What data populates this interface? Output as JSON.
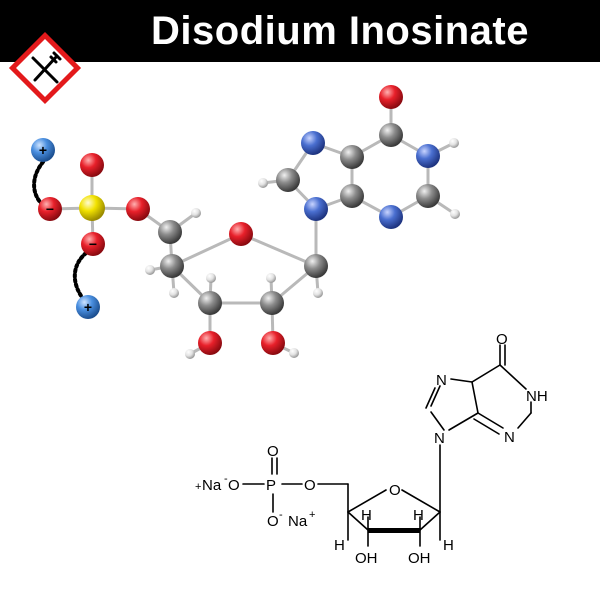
{
  "title": "Disodium Inosinate",
  "icon": {
    "name": "no-food-icon",
    "colors": {
      "border": "#e3191b",
      "fill": "#ffffff",
      "symbol": "#000000"
    }
  },
  "colors": {
    "header_bg": "#000000",
    "oxygen": "#e8202a",
    "carbon": "#8c8c8c",
    "nitrogen": "#4a6fd0",
    "hydrogen": "#e8e8e8",
    "phosphorus": "#f2e200",
    "sodium_ion": "#4a8fe0"
  },
  "charges": {
    "plus": "+",
    "minus": "−"
  },
  "formula": {
    "na1": "Na",
    "na1_charge": "+",
    "o_minus1": "O",
    "o_minus1_charge": "-",
    "p": "P",
    "o_top": "O",
    "o_minus2": "O",
    "o_minus2_charge": "-",
    "na2": "Na",
    "na2_charge": "+",
    "o_ester": "O",
    "o_ring": "O",
    "h1": "H",
    "h2": "H",
    "h3": "H",
    "h4": "H",
    "oh1": "OH",
    "oh2": "OH",
    "o_carbonyl": "O",
    "nh": "NH",
    "n_imid": "N",
    "n9": "N",
    "n_pyr": "N"
  }
}
